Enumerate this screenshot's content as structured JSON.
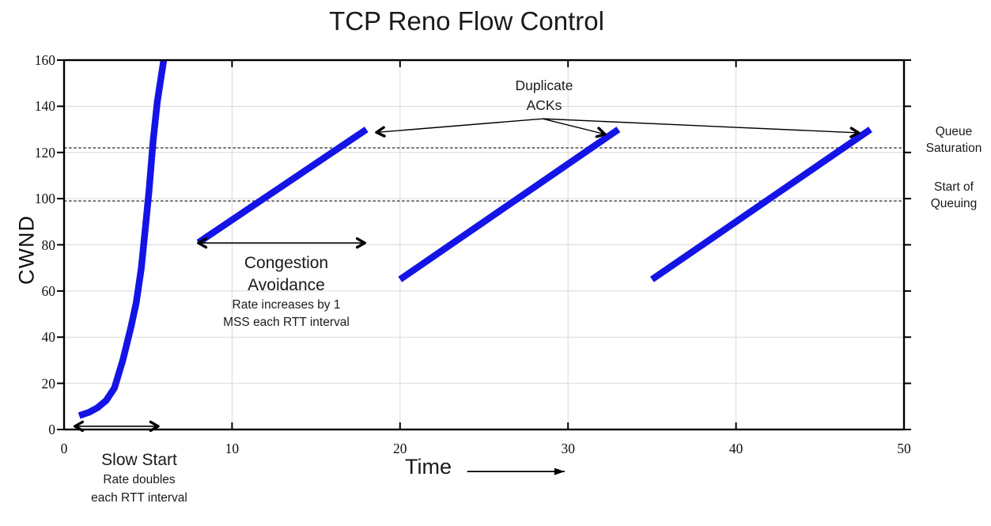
{
  "title": "TCP Reno Flow Control",
  "axes": {
    "y_label": "CWND",
    "x_label": "Time"
  },
  "annotations": {
    "duplicate_acks": {
      "line1": "Duplicate",
      "line2": "ACKs"
    },
    "congestion_avoidance": {
      "line1": "Congestion",
      "line2": "Avoidance",
      "line3": "Rate increases by 1",
      "line4": "MSS each RTT interval"
    },
    "slow_start": {
      "line1": "Slow Start",
      "line2": "Rate doubles",
      "line3": "each RTT interval"
    },
    "queue_saturation": {
      "line1": "Queue",
      "line2": "Saturation"
    },
    "start_of_queuing": {
      "line1": "Start of",
      "line2": "Queuing"
    }
  },
  "colors": {
    "series_blue": "#1414e6",
    "grid": "#d9d9d9",
    "reference_dash": "#3a3a3a",
    "axis": "#000000",
    "text": "#1a1a1a"
  },
  "chart_data": {
    "type": "line",
    "title": "TCP Reno Flow Control",
    "xlabel": "Time",
    "ylabel": "CWND",
    "xlim": [
      0,
      50
    ],
    "ylim": [
      0,
      160
    ],
    "xticks": [
      0,
      10,
      20,
      30,
      40,
      50
    ],
    "yticks": [
      0,
      20,
      40,
      60,
      80,
      100,
      120,
      140,
      160
    ],
    "grid": true,
    "legend": "none",
    "series": [
      {
        "name": "slow-start-curve",
        "color": "#1414e6",
        "width": 8.5,
        "points": [
          [
            0.9,
            6
          ],
          [
            1.5,
            7.5
          ],
          [
            2.0,
            9.5
          ],
          [
            2.5,
            12.5
          ],
          [
            3.0,
            18
          ],
          [
            3.5,
            30
          ],
          [
            4.0,
            45
          ],
          [
            4.3,
            55
          ],
          [
            4.6,
            70
          ],
          [
            4.85,
            88
          ],
          [
            5.05,
            103
          ],
          [
            5.3,
            125
          ],
          [
            5.55,
            142
          ],
          [
            5.93,
            160
          ]
        ]
      },
      {
        "name": "congestion-avoidance-ramp-1",
        "color": "#1414e6",
        "width": 8.5,
        "points": [
          [
            8,
            81
          ],
          [
            18,
            130
          ]
        ]
      },
      {
        "name": "congestion-avoidance-ramp-2",
        "color": "#1414e6",
        "width": 8.5,
        "points": [
          [
            20,
            65
          ],
          [
            33,
            130
          ]
        ]
      },
      {
        "name": "congestion-avoidance-ramp-3",
        "color": "#1414e6",
        "width": 8.5,
        "points": [
          [
            35,
            65
          ],
          [
            48,
            130
          ]
        ]
      }
    ],
    "reference_lines": [
      {
        "name": "queue-saturation",
        "y": 122,
        "label": "Queue Saturation"
      },
      {
        "name": "start-of-queuing",
        "y": 99,
        "label": "Start of Queuing"
      }
    ],
    "arrows": [
      {
        "name": "slow-start-span-arrow",
        "from": [
          0.65,
          1.4
        ],
        "to": [
          5.6,
          1.4
        ],
        "heads": "both",
        "style": "chevron",
        "shaft": 1.6
      },
      {
        "name": "congestion-avoidance-span-arrow",
        "from": [
          8.0,
          80.8
        ],
        "to": [
          17.9,
          80.8
        ],
        "heads": "both",
        "style": "chevron",
        "shaft": 1.6
      },
      {
        "name": "dup-ack-arrow-left",
        "from": [
          28.5,
          134.6
        ],
        "to": [
          18.6,
          128.7
        ],
        "heads": "end",
        "style": "chevron",
        "shaft": 1.4
      },
      {
        "name": "dup-ack-arrow-middle",
        "from": [
          28.5,
          134.6
        ],
        "to": [
          32.2,
          127.9
        ],
        "heads": "end",
        "style": "chevron",
        "shaft": 1.4
      },
      {
        "name": "dup-ack-arrow-right",
        "from": [
          28.5,
          134.6
        ],
        "to": [
          47.3,
          128.5
        ],
        "heads": "end",
        "style": "chevron",
        "shaft": 1.4
      },
      {
        "name": "time-axis-arrow",
        "from": [
          24.0,
          -18.2
        ],
        "to": [
          29.8,
          -18.2
        ],
        "heads": "end",
        "style": "triangle",
        "shaft": 1.8
      }
    ]
  }
}
